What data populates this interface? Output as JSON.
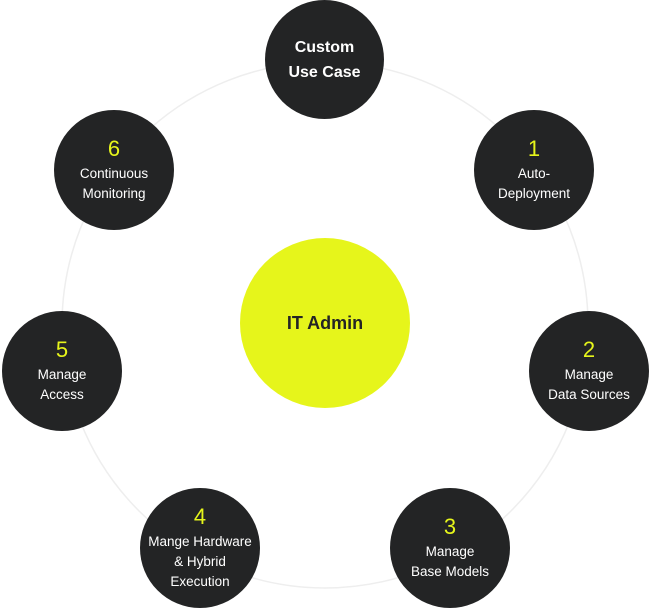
{
  "colors": {
    "node_fill": "#232425",
    "accent": "#e6f51b",
    "center_fill": "#e6f51b",
    "ring": "#eeeeee",
    "text_light": "#ffffff",
    "text_dark": "#232425"
  },
  "center": {
    "label": "IT Admin"
  },
  "top_node": {
    "label": "Custom\nUse Case"
  },
  "nodes": [
    {
      "number": "1",
      "label": "Auto-\nDeployment"
    },
    {
      "number": "2",
      "label": "Manage\nData Sources"
    },
    {
      "number": "3",
      "label": "Manage\nBase Models"
    },
    {
      "number": "4",
      "label": "Mange Hardware\n& Hybrid\nExecution"
    },
    {
      "number": "5",
      "label": "Manage\nAccess"
    },
    {
      "number": "6",
      "label": "Continuous\nMonitoring"
    }
  ]
}
